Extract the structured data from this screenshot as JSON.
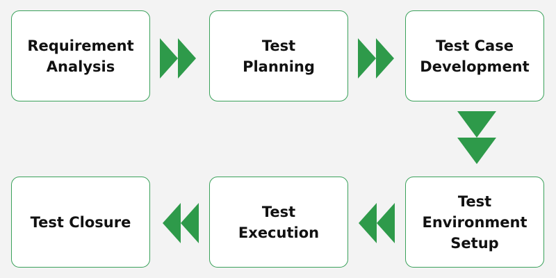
{
  "steps": [
    {
      "label": "Requirement\nAnalysis"
    },
    {
      "label": "Test\nPlanning"
    },
    {
      "label": "Test Case\nDevelopment"
    },
    {
      "label": "Test\nEnvironment\nSetup"
    },
    {
      "label": "Test\nExecution"
    },
    {
      "label": "Test Closure"
    }
  ],
  "colors": {
    "accent": "#2e9a4a",
    "box_border": "#3aa15a",
    "background": "#f3f3f3",
    "text": "#111111"
  }
}
